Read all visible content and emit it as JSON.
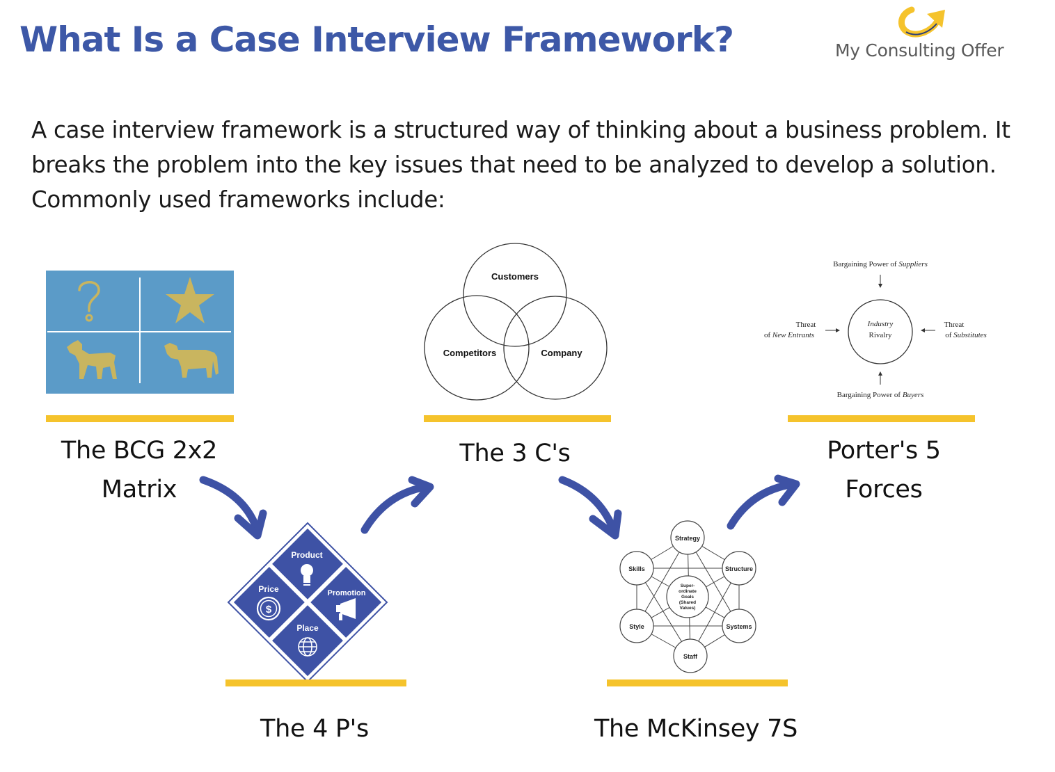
{
  "header": {
    "title": "What Is a Case Interview Framework?",
    "brand_name": "My Consulting Offer"
  },
  "intro": "A case interview framework is a structured way of thinking about a business problem. It breaks the problem into the key issues that need to be analyzed to develop a solution. Commonly used frameworks include:",
  "frameworks": {
    "bcg": {
      "label_line1": "The BCG 2x2",
      "label_line2": "Matrix"
    },
    "four_ps": {
      "label": "The 4 P's",
      "product": "Product",
      "price": "Price",
      "promotion": "Promotion",
      "place": "Place",
      "price_symbol": "$"
    },
    "three_cs": {
      "label": "The 3 C's",
      "customers": "Customers",
      "competitors": "Competitors",
      "company": "Company"
    },
    "mckinsey": {
      "label": "The McKinsey 7S",
      "strategy": "Strategy",
      "structure": "Structure",
      "systems": "Systems",
      "staff": "Staff",
      "style": "Style",
      "skills": "Skills",
      "center": [
        "Super-",
        "ordinate",
        "Goals",
        "(Shared",
        "Values)"
      ]
    },
    "porter": {
      "label_line1": "Porter's 5",
      "label_line2": "Forces",
      "suppliers_prefix": "Bargaining Power of",
      "suppliers_italic": "Suppliers",
      "buyers_prefix": "Bargaining Power of",
      "buyers_italic": "Buyers",
      "rivalry_italic": "Industry",
      "rivalry": "Rivalry",
      "new_entrants_line1": "Threat",
      "new_entrants_prefix": "of",
      "new_entrants_italic": "New Entrants",
      "substitutes_line1": "Threat",
      "substitutes_prefix": "of",
      "substitutes_italic": "Substitutes"
    }
  },
  "colors": {
    "title_blue": "#3d58a7",
    "accent_yellow": "#f5c32c",
    "diamond_blue": "#3e52a5",
    "bcg_bg": "#5b9bc8",
    "bcg_gold": "#c9b55f"
  },
  "icons": [
    "question-icon",
    "star-icon",
    "dog-icon",
    "cow-icon",
    "lightbulb-icon",
    "dollar-coin-icon",
    "megaphone-icon",
    "globe-icon",
    "logo-arrow-icon"
  ]
}
